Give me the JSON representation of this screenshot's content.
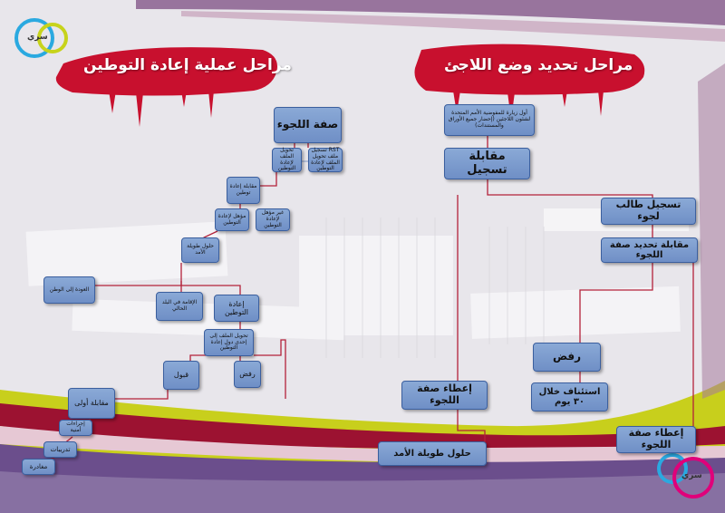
{
  "titles": {
    "right": "مراحل تحديد وضع اللاجئ",
    "left": "مراحل عملية إعادة التوطين"
  },
  "logo_text": "ﺳﺮﻱ",
  "colors": {
    "box_fill": "#7f9fd0",
    "box_border": "#3b5f9e",
    "connector": "#b3223a",
    "banner_red": "#c8102e",
    "band_yellow": "#c7cf1a",
    "band_purple": "#6a4a8a"
  },
  "rsd": {
    "first_visit": "أول زيارة للمفوضية الأمم المتحدة لشئون اللاجئين (إحضار جميع الأوراق والمستندات)",
    "registration_interview": "مقابلة تسجيل",
    "asylum_seeker_registration": "تسجيل طالب لجوء",
    "status_interview": "مقابلة تحديد صفة اللجوء",
    "rejection": "رفض",
    "appeal": "استئناف خلال ٣٠ يوم",
    "grant_status_left": "إعطاء صفة اللجوء",
    "grant_status_right": "إعطاء صفة اللجوء",
    "durable_solutions": "حلول طويلة الأمد"
  },
  "resettlement": {
    "refugee_status": "صفة اللجوء",
    "file_referral": "تحويل الملف لإعادة التوطين",
    "rst_referral": "RST تسجيل ملف تحويل الملف لإعادة التوطين",
    "resettlement_interview": "مقابلة إعادة توطين",
    "resettlement_eligible": "مؤهل لإعادة التوطين",
    "not_eligible": "غير مؤهل لإعادة التوطين",
    "long_term_solutions": "حلول طويلة الأمد",
    "return_home": "العودة إلى الوطن",
    "local_integration": "الإقامة في البلد الحالي",
    "resettlement": "إعادة التوطين",
    "referral_country": "تحويل الملف إلى إحدى دول إعادة التوطين",
    "accepted": "قبول",
    "rejected": "رفض",
    "initial_interview": "مقابلة أولى",
    "security_procedures": "إجراءات أمنية",
    "trainings": "تدريبات",
    "departure": "مغادرة"
  }
}
